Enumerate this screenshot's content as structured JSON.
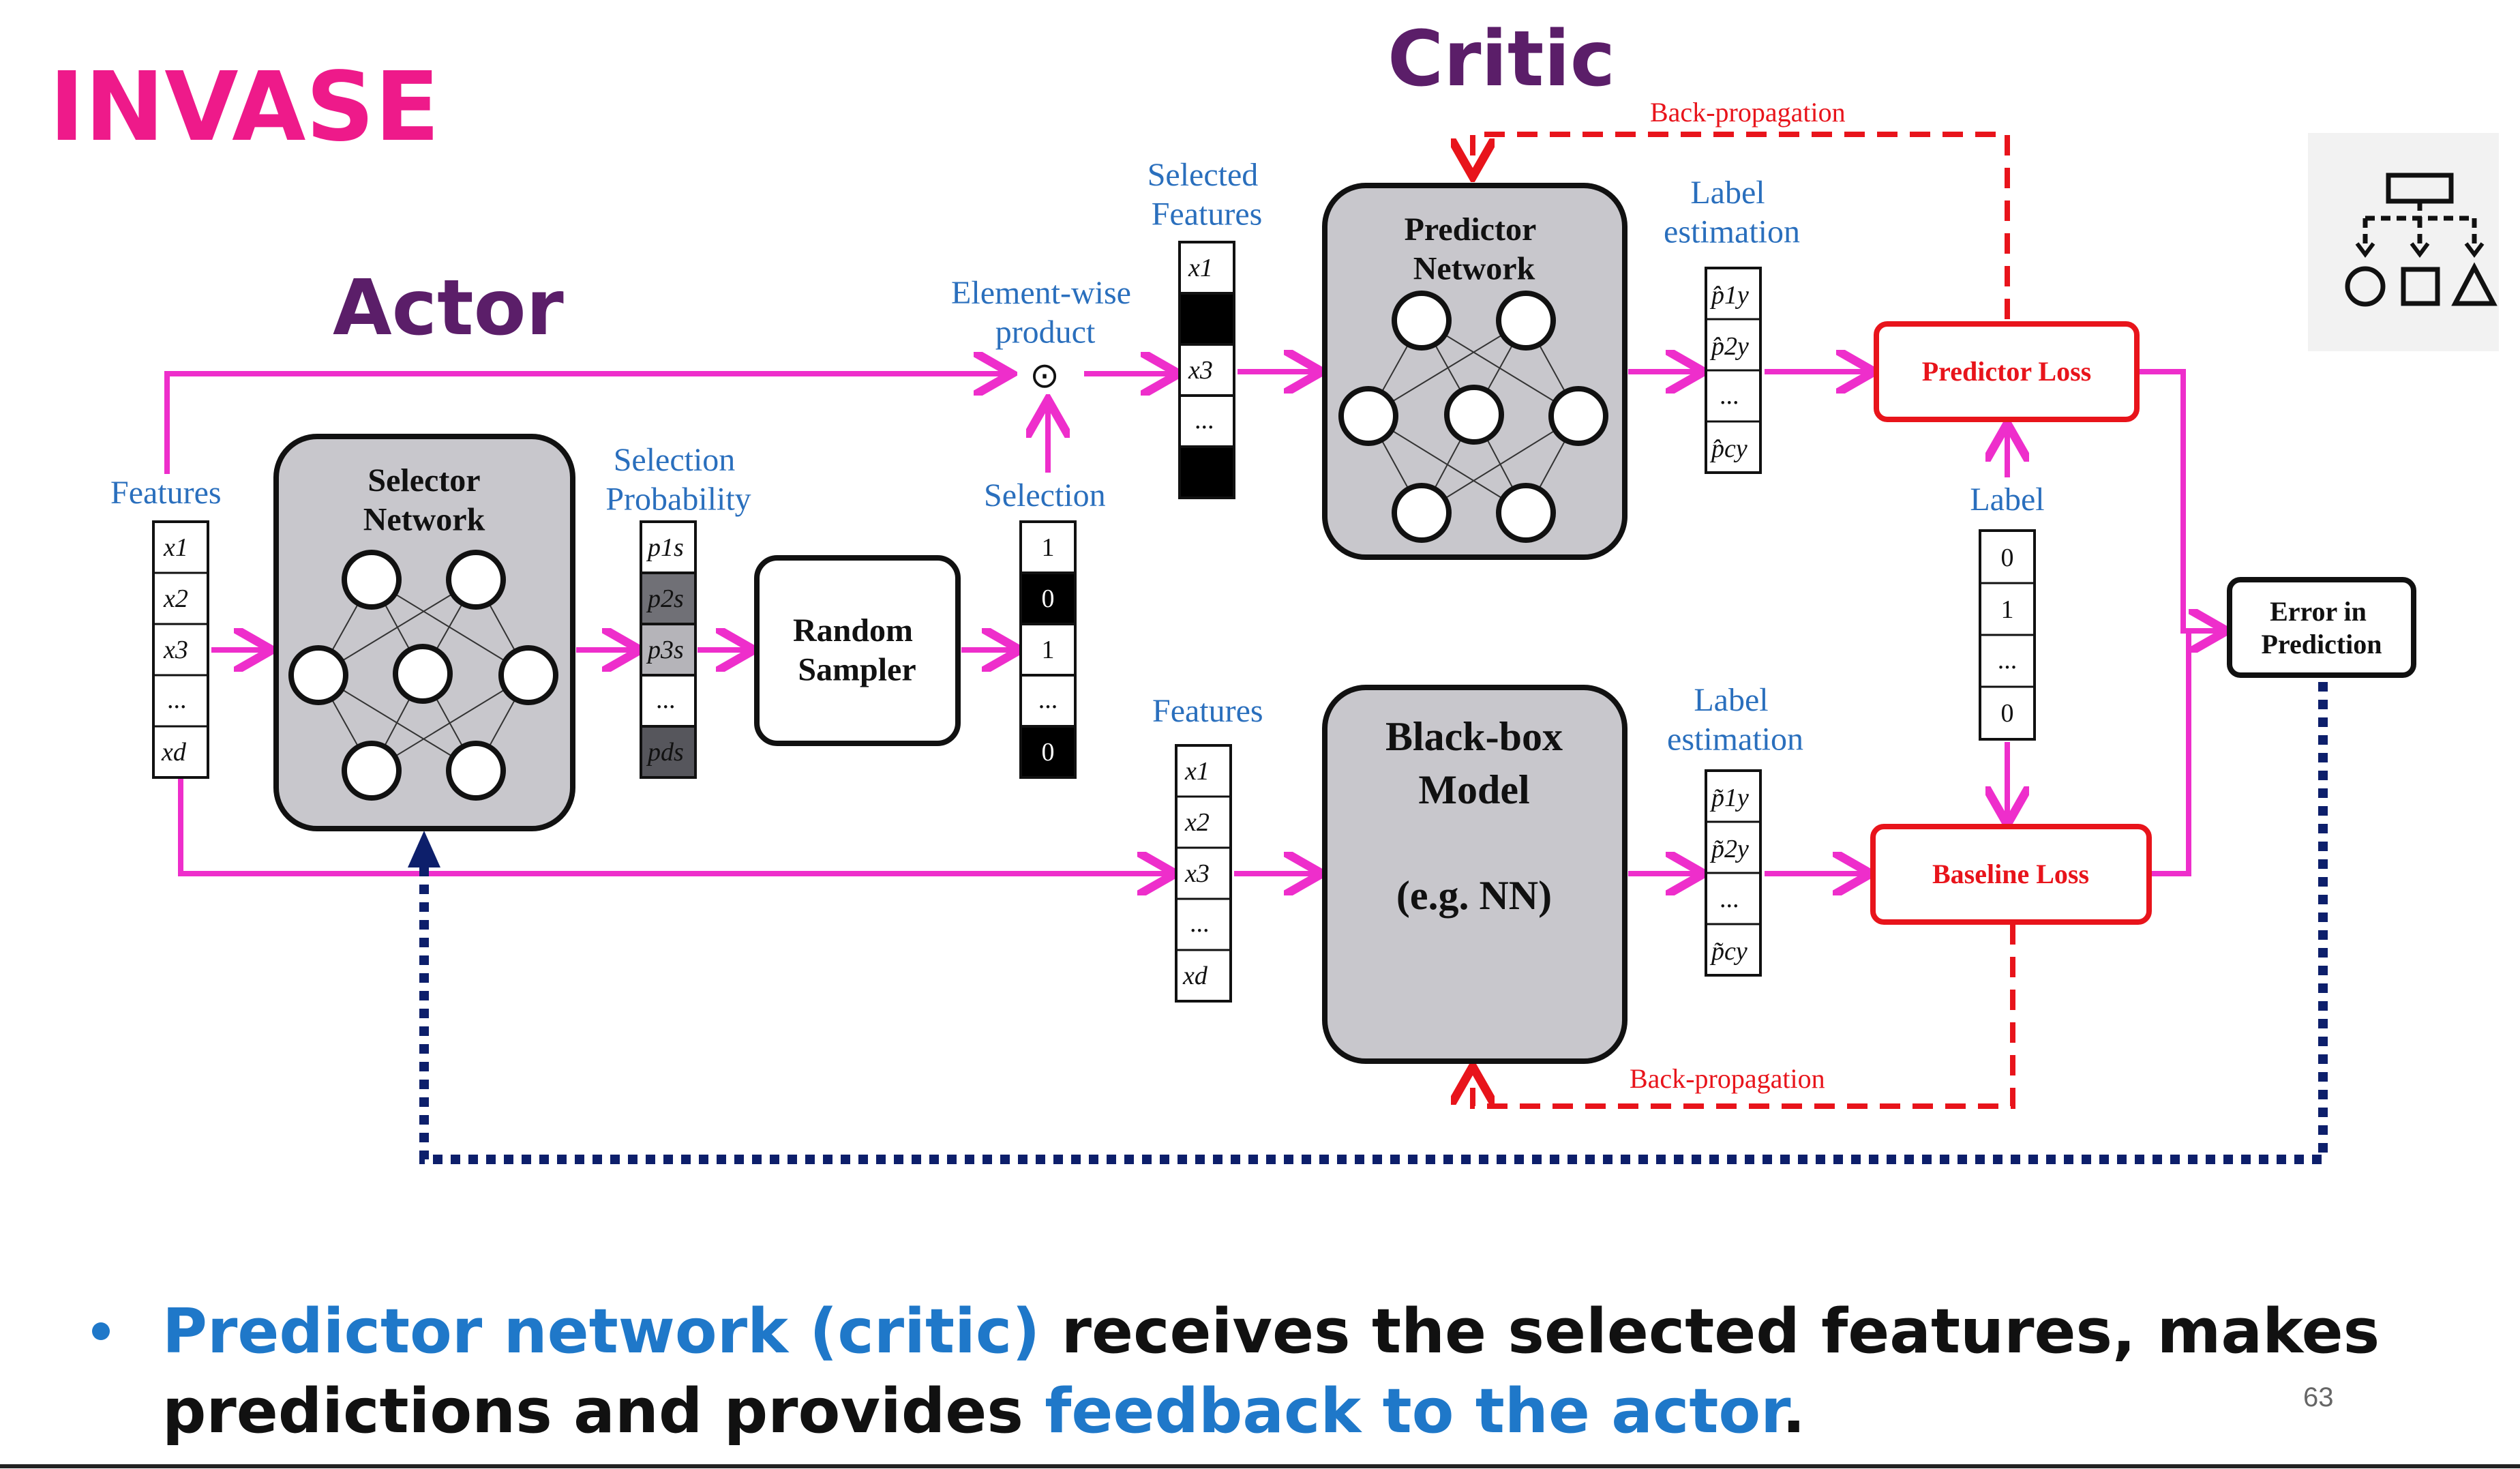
{
  "slide": {
    "title": "INVASE",
    "page_number": "63"
  },
  "diagram": {
    "actor_label": "Actor",
    "critic_label": "Critic",
    "features_label": "Features",
    "features_cells": [
      "x1",
      "x2",
      "x3",
      "...",
      "xd"
    ],
    "selector_network": "Selector Network",
    "selection_probability": "Selection Probability",
    "prob_cells": [
      "p1s",
      "p2s",
      "p3s",
      "...",
      "pds"
    ],
    "random_sampler": "Random Sampler",
    "selection_label": "Selection",
    "selection_cells": [
      "1",
      "0",
      "1",
      "...",
      "0"
    ],
    "elementwise_label": "Element-wise product",
    "elementwise_symbol": "⊙",
    "selected_features_label": "Selected Features",
    "selected_cells": [
      "x1",
      "",
      "x3",
      "...",
      ""
    ],
    "predictor_network": "Predictor Network",
    "label_estimation": "Label estimation",
    "pred_est_cells": [
      "p̂1y",
      "p̂2y",
      "...",
      "p̂cy"
    ],
    "predictor_loss": "Predictor Loss",
    "label_label": "Label",
    "label_cells": [
      "0",
      "1",
      "...",
      "0"
    ],
    "features_label_2": "Features",
    "features_cells_2": [
      "x1",
      "x2",
      "x3",
      "...",
      "xd"
    ],
    "blackbox_line1": "Black-box",
    "blackbox_line2": "Model",
    "blackbox_line3": "(e.g. NN)",
    "label_estimation_2": "Label estimation",
    "base_est_cells": [
      "p̃1y",
      "p̃2y",
      "...",
      "p̃cy"
    ],
    "baseline_loss": "Baseline Loss",
    "error_in_prediction": "Error in Prediction",
    "backprop_top": "Back-propagation",
    "backprop_bottom": "Back-propagation",
    "colors": {
      "magenta_arrow": "#ee2ecb",
      "red_loss": "#e8141b",
      "navy_dotted": "#0d1f6b",
      "net_box_fill": "#c8c7cc"
    },
    "icon": "hierarchy-shapes-icon"
  },
  "bullet": {
    "part1_blue": "Predictor network (critic)",
    "part2": " receives the selected features, makes",
    "part3": "predictions and provides ",
    "part4_blue": "feedback to the actor",
    "part5": "."
  }
}
